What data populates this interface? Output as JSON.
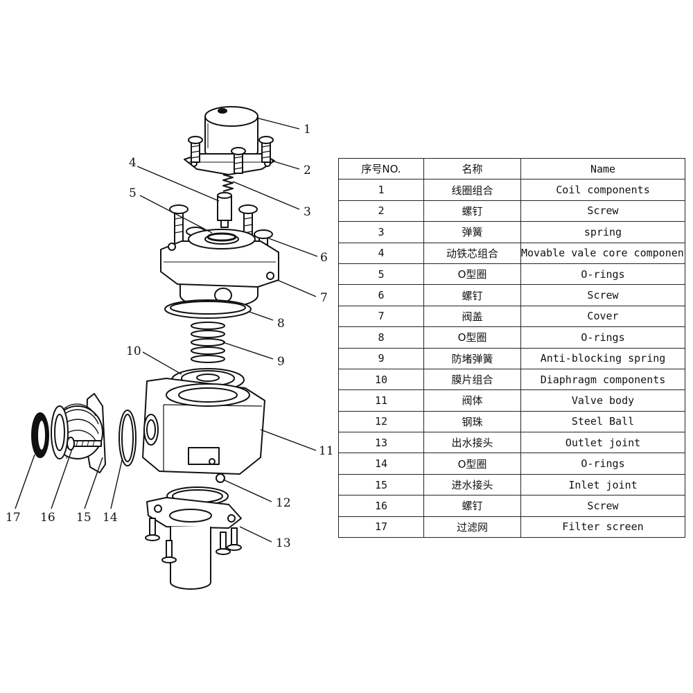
{
  "callouts": [
    "1",
    "2",
    "3",
    "4",
    "5",
    "6",
    "7",
    "8",
    "9",
    "10",
    "11",
    "12",
    "13",
    "14",
    "15",
    "16",
    "17"
  ],
  "table": {
    "headers": [
      "序号NO.",
      "名称",
      "Name"
    ],
    "rows": [
      [
        "1",
        "线圈组合",
        "Coil components"
      ],
      [
        "2",
        "螺钉",
        "Screw"
      ],
      [
        "3",
        "弹簧",
        "spring"
      ],
      [
        "4",
        "动铁芯组合",
        "Movable vale core components"
      ],
      [
        "5",
        "O型圈",
        "O-rings"
      ],
      [
        "6",
        "螺钉",
        "Screw"
      ],
      [
        "7",
        "阀盖",
        "Cover"
      ],
      [
        "8",
        "O型圈",
        "O-rings"
      ],
      [
        "9",
        "防堵弹簧",
        "Anti-blocking spring"
      ],
      [
        "10",
        "膜片组合",
        "Diaphragm components"
      ],
      [
        "11",
        "阀体",
        "Valve body"
      ],
      [
        "12",
        "钢珠",
        "Steel Ball"
      ],
      [
        "13",
        "出水接头",
        "Outlet joint"
      ],
      [
        "14",
        "O型圈",
        "O-rings"
      ],
      [
        "15",
        "进水接头",
        "Inlet joint"
      ],
      [
        "16",
        "螺钉",
        "Screw"
      ],
      [
        "17",
        "过滤网",
        "Filter screen"
      ]
    ]
  }
}
